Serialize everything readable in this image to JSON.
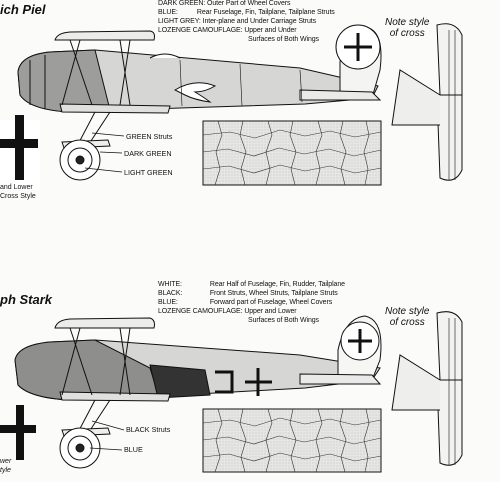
{
  "top": {
    "pilot_name": "ich Piel",
    "legend": [
      {
        "key": "DARK GREEN:",
        "value": "Outer Part of Wheel Covers"
      },
      {
        "key": "BLUE:",
        "value": "Rear Fuselage, Fin, Tailplane, Tailplane Struts"
      },
      {
        "key": "LIGHT GREY:",
        "value": "Inter-plane and Under Carriage Struts"
      },
      {
        "key": "LOZENGE CAMOUFLAGE:",
        "value": "Upper and Under"
      },
      {
        "key": "",
        "value": "Surfaces of Both Wings"
      }
    ],
    "note": [
      "Note style",
      "of cross"
    ],
    "callouts": [
      "GREEN Struts",
      "DARK GREEN",
      "LIGHT GREEN"
    ],
    "cross_caption": [
      "and Lower",
      "Cross Style"
    ]
  },
  "bottom": {
    "pilot_name": "ph Stark",
    "legend": [
      {
        "key": "WHITE:",
        "value": "Rear Half of  Fuselage, Fin, Rudder, Tailplane"
      },
      {
        "key": "BLACK:",
        "value": "Front Struts, Wheel Struts, Tailplane Struts"
      },
      {
        "key": "BLUE:",
        "value": "Forward part of Fuselage, Wheel Covers"
      },
      {
        "key": "LOZENGE CAMOUFLAGE:",
        "value": "Upper and Lower"
      },
      {
        "key": "",
        "value": "Surfaces of Both Wings"
      }
    ],
    "note": [
      "Note style",
      "of cross"
    ],
    "callouts": [
      "BLACK Struts",
      "BLUE"
    ],
    "cross_caption": [
      "wer",
      "tyle"
    ]
  },
  "colors": {
    "ink": "#111111",
    "grey_fuselage": "#d9d9d7",
    "dark_panel": "#555555",
    "paper": "#fbfbf9"
  }
}
